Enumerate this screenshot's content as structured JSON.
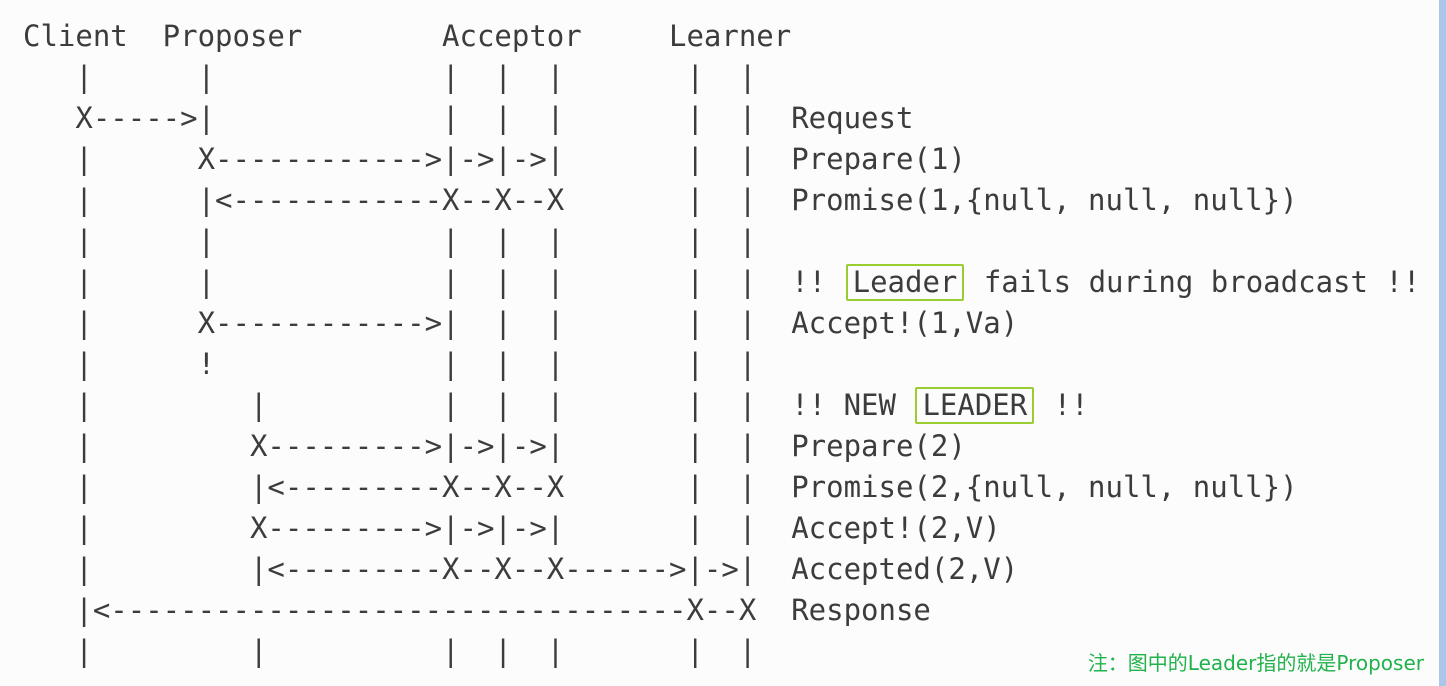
{
  "participants": [
    "Client",
    "Proposer",
    "Acceptor",
    "Learner"
  ],
  "ascii": {
    "rows": [
      {
        "text": "Client  Proposer        Acceptor     Learner"
      },
      {
        "text": "   |      |             |  |  |       |  |"
      },
      {
        "text": "   X----->|             |  |  |       |  |  Request"
      },
      {
        "text": "   |      X------------>|->|->|       |  |  Prepare(1)"
      },
      {
        "text": "   |      |<------------X--X--X       |  |  Promise(1,{null, null, null})"
      },
      {
        "text": "   |      |             |  |  |       |  |"
      },
      {
        "pre": "   |      |             |  |  |       |  |  !! ",
        "boxed": "Leader",
        "post": " fails during broadcast !!"
      },
      {
        "text": "   |      X------------>|  |  |       |  |  Accept!(1,Va)"
      },
      {
        "text": "   |      !             |  |  |       |  |"
      },
      {
        "pre": "   |         |          |  |  |       |  |  !! NEW ",
        "boxed": "LEADER",
        "post": " !!"
      },
      {
        "text": "   |         X--------->|->|->|       |  |  Prepare(2)"
      },
      {
        "text": "   |         |<---------X--X--X       |  |  Promise(2,{null, null, null})"
      },
      {
        "text": "   |         X--------->|->|->|       |  |  Accept!(2,V)"
      },
      {
        "text": "   |         |<---------X--X--X------>|->|  Accepted(2,V)"
      },
      {
        "text": "   |<---------------------------------X--X  Response"
      },
      {
        "text": "   |         |          |  |  |       |  |"
      }
    ]
  },
  "note": {
    "text": "注：图中的Leader指的就是Proposer"
  },
  "colors": {
    "highlight_box_border": "#9acd32",
    "note_text": "#21b24b",
    "diagram_text": "#3c3c3c",
    "right_edge": "#aac6e8"
  }
}
